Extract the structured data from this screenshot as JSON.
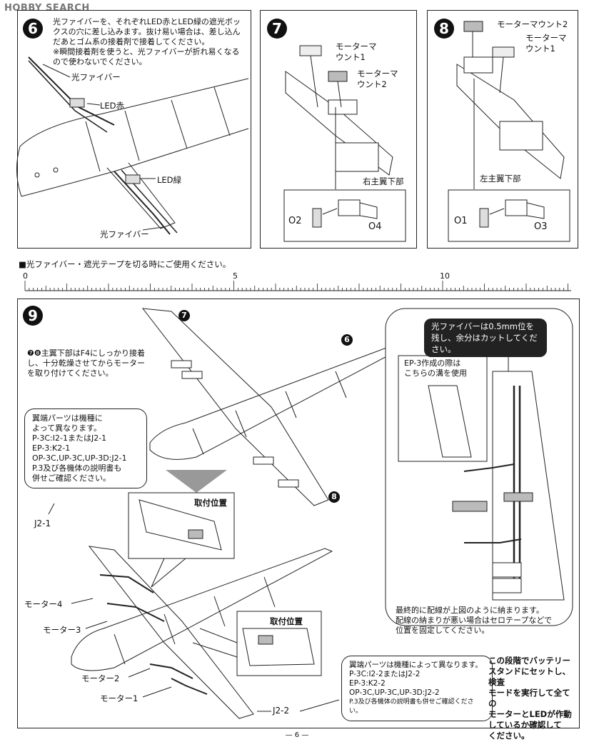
{
  "watermark": "HOBBY SEARCH",
  "step6": {
    "num": "6",
    "text": "光ファイバーを、それぞれLED赤とLED緑の遮光ボックスの穴に差し込みます。抜け易い場合は、差し込んだあとゴム系の接着剤で接着してください。",
    "note": "※瞬間接着剤を使うと、光ファイバーが折れ易くなるので使わないでください。",
    "label_fiber_top": "光ファイバー",
    "label_led_red": "LED赤",
    "label_led_green": "LED緑",
    "label_fiber_bottom": "光ファイバー"
  },
  "step7": {
    "num": "7",
    "label_mount1": "モーターマウント1",
    "label_mount2": "モーターマウント2",
    "label_wing": "右主翼下部",
    "part_a": "O2",
    "part_b": "O4"
  },
  "step8": {
    "num": "8",
    "label_mount2": "モーターマウント2",
    "label_mount1": "モーターマウント1",
    "label_wing": "左主翼下部",
    "part_a": "O1",
    "part_b": "O3"
  },
  "ruler": {
    "caption": "■光ファイバー・遮光テープを切る時にご使用ください。",
    "marks": [
      "0",
      "5",
      "10"
    ]
  },
  "step9": {
    "num": "9",
    "intro": "❼❽主翼下部はF4にしっかり接着し、十分乾燥させてからモーターを取り付けてください。",
    "ref7": "7",
    "ref6": "6",
    "ref8": "8",
    "callout1": [
      "翼端パーツは機種に",
      "よって異なります。",
      "P-3C:I2-1またはJ2-1",
      "EP-3:K2-1",
      "OP-3C,UP-3C,UP-3D:J2-1",
      "P.3及び各機体の説明書も",
      "併せご確認ください。"
    ],
    "callout2": [
      "翼端パーツは機種によって異なります。",
      "P-3C:I2-2またはJ2-2",
      "EP-3:K2-2",
      "OP-3C,UP-3C,UP-3D:J2-2",
      "P.3及び各機体の説明書も併せご確認ください。"
    ],
    "install_pos_1": "取付位置",
    "install_pos_2": "取付位置",
    "j21": "J2-1",
    "j22": "J2-2",
    "motor4": "モーター4",
    "motor3": "モーター3",
    "motor2": "モーター2",
    "motor1": "モーター1",
    "detail_box": [
      "光ファイバーは0.5mm位を",
      "残し、余分はカットしてください。"
    ],
    "ep3_note": [
      "EP-3作成の際は",
      "こちらの溝を使用"
    ],
    "final_note": [
      "最終的に配線が上図のように納まります。",
      "配線の納まりが悪い場合はセロテープなどで",
      "位置を固定してください。"
    ],
    "check_note": [
      "この段階でバッテリー",
      "スタンドにセットし、検査",
      "モードを実行して全ての",
      "モーターとLEDが作動",
      "しているか確認して",
      "ください。"
    ]
  },
  "page_number": "— 6 —"
}
